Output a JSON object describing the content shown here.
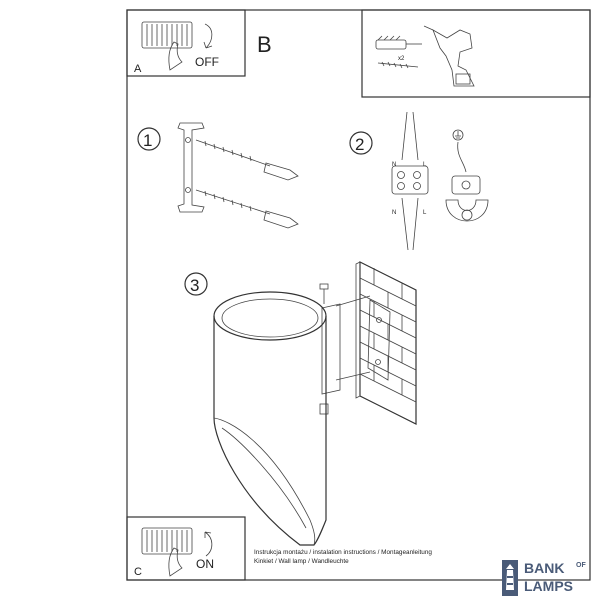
{
  "panel_a": {
    "letter": "A",
    "switch_label": "OFF"
  },
  "panel_b": {
    "letter": "B",
    "screw_count": "x2"
  },
  "panel_c": {
    "letter": "C",
    "switch_label": "ON"
  },
  "steps": {
    "one": "1",
    "two": "2",
    "three": "3"
  },
  "wiring": {
    "left_top": "N",
    "right_top": "L",
    "left_bottom": "N",
    "right_bottom": "L"
  },
  "caption": {
    "line1": "Instrukcja montażu / instalation instructions / Montageanleitung",
    "line2": "Kinkiet / Wall lamp / Wandleuchte"
  },
  "brand": {
    "word1": "BANK",
    "word_of": "OF",
    "word2": "LAMPS",
    "color": "#4a5b78"
  }
}
